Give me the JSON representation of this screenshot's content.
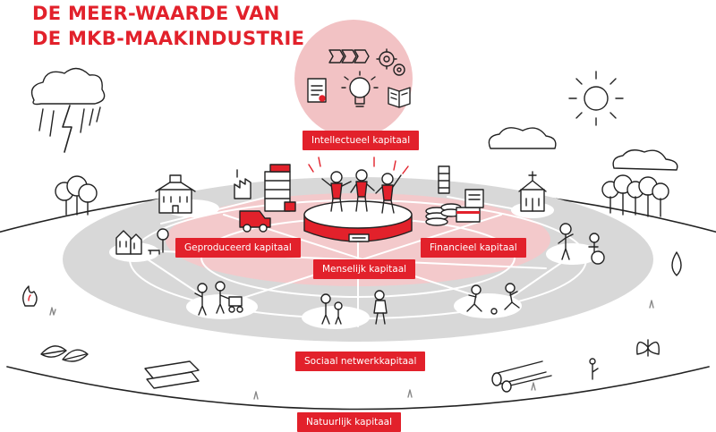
{
  "title": {
    "line1": "DE MEER-WAARDE VAN",
    "line2": "DE MKB-MAAKINDUSTRIE"
  },
  "capitals": {
    "intellectual": "Intellectueel kapitaal",
    "produced": "Geproduceerd kapitaal",
    "financial": "Financieel kapitaal",
    "human": "Menselijk kapitaal",
    "social": "Sociaal netwerkkapitaal",
    "natural": "Natuurlijk kapitaal"
  },
  "colors": {
    "accent": "#e2212b",
    "pink": "#f2c2c4",
    "grey": "#d6d6d6",
    "ink": "#222222"
  },
  "icons": [
    "arrows-icon",
    "gears-icon",
    "certificate-icon",
    "lightbulb-icon",
    "book-icon",
    "storm-cloud-icon",
    "sun-icon",
    "cloud-icon",
    "trees-icon",
    "school-icon",
    "factory-icon",
    "truck-icon",
    "houses-icon",
    "church-icon",
    "coins-icon",
    "card-icon",
    "people-icon",
    "fire-icon",
    "drop-icon",
    "leaves-icon",
    "butterfly-icon",
    "logs-icon",
    "flower-icon"
  ]
}
